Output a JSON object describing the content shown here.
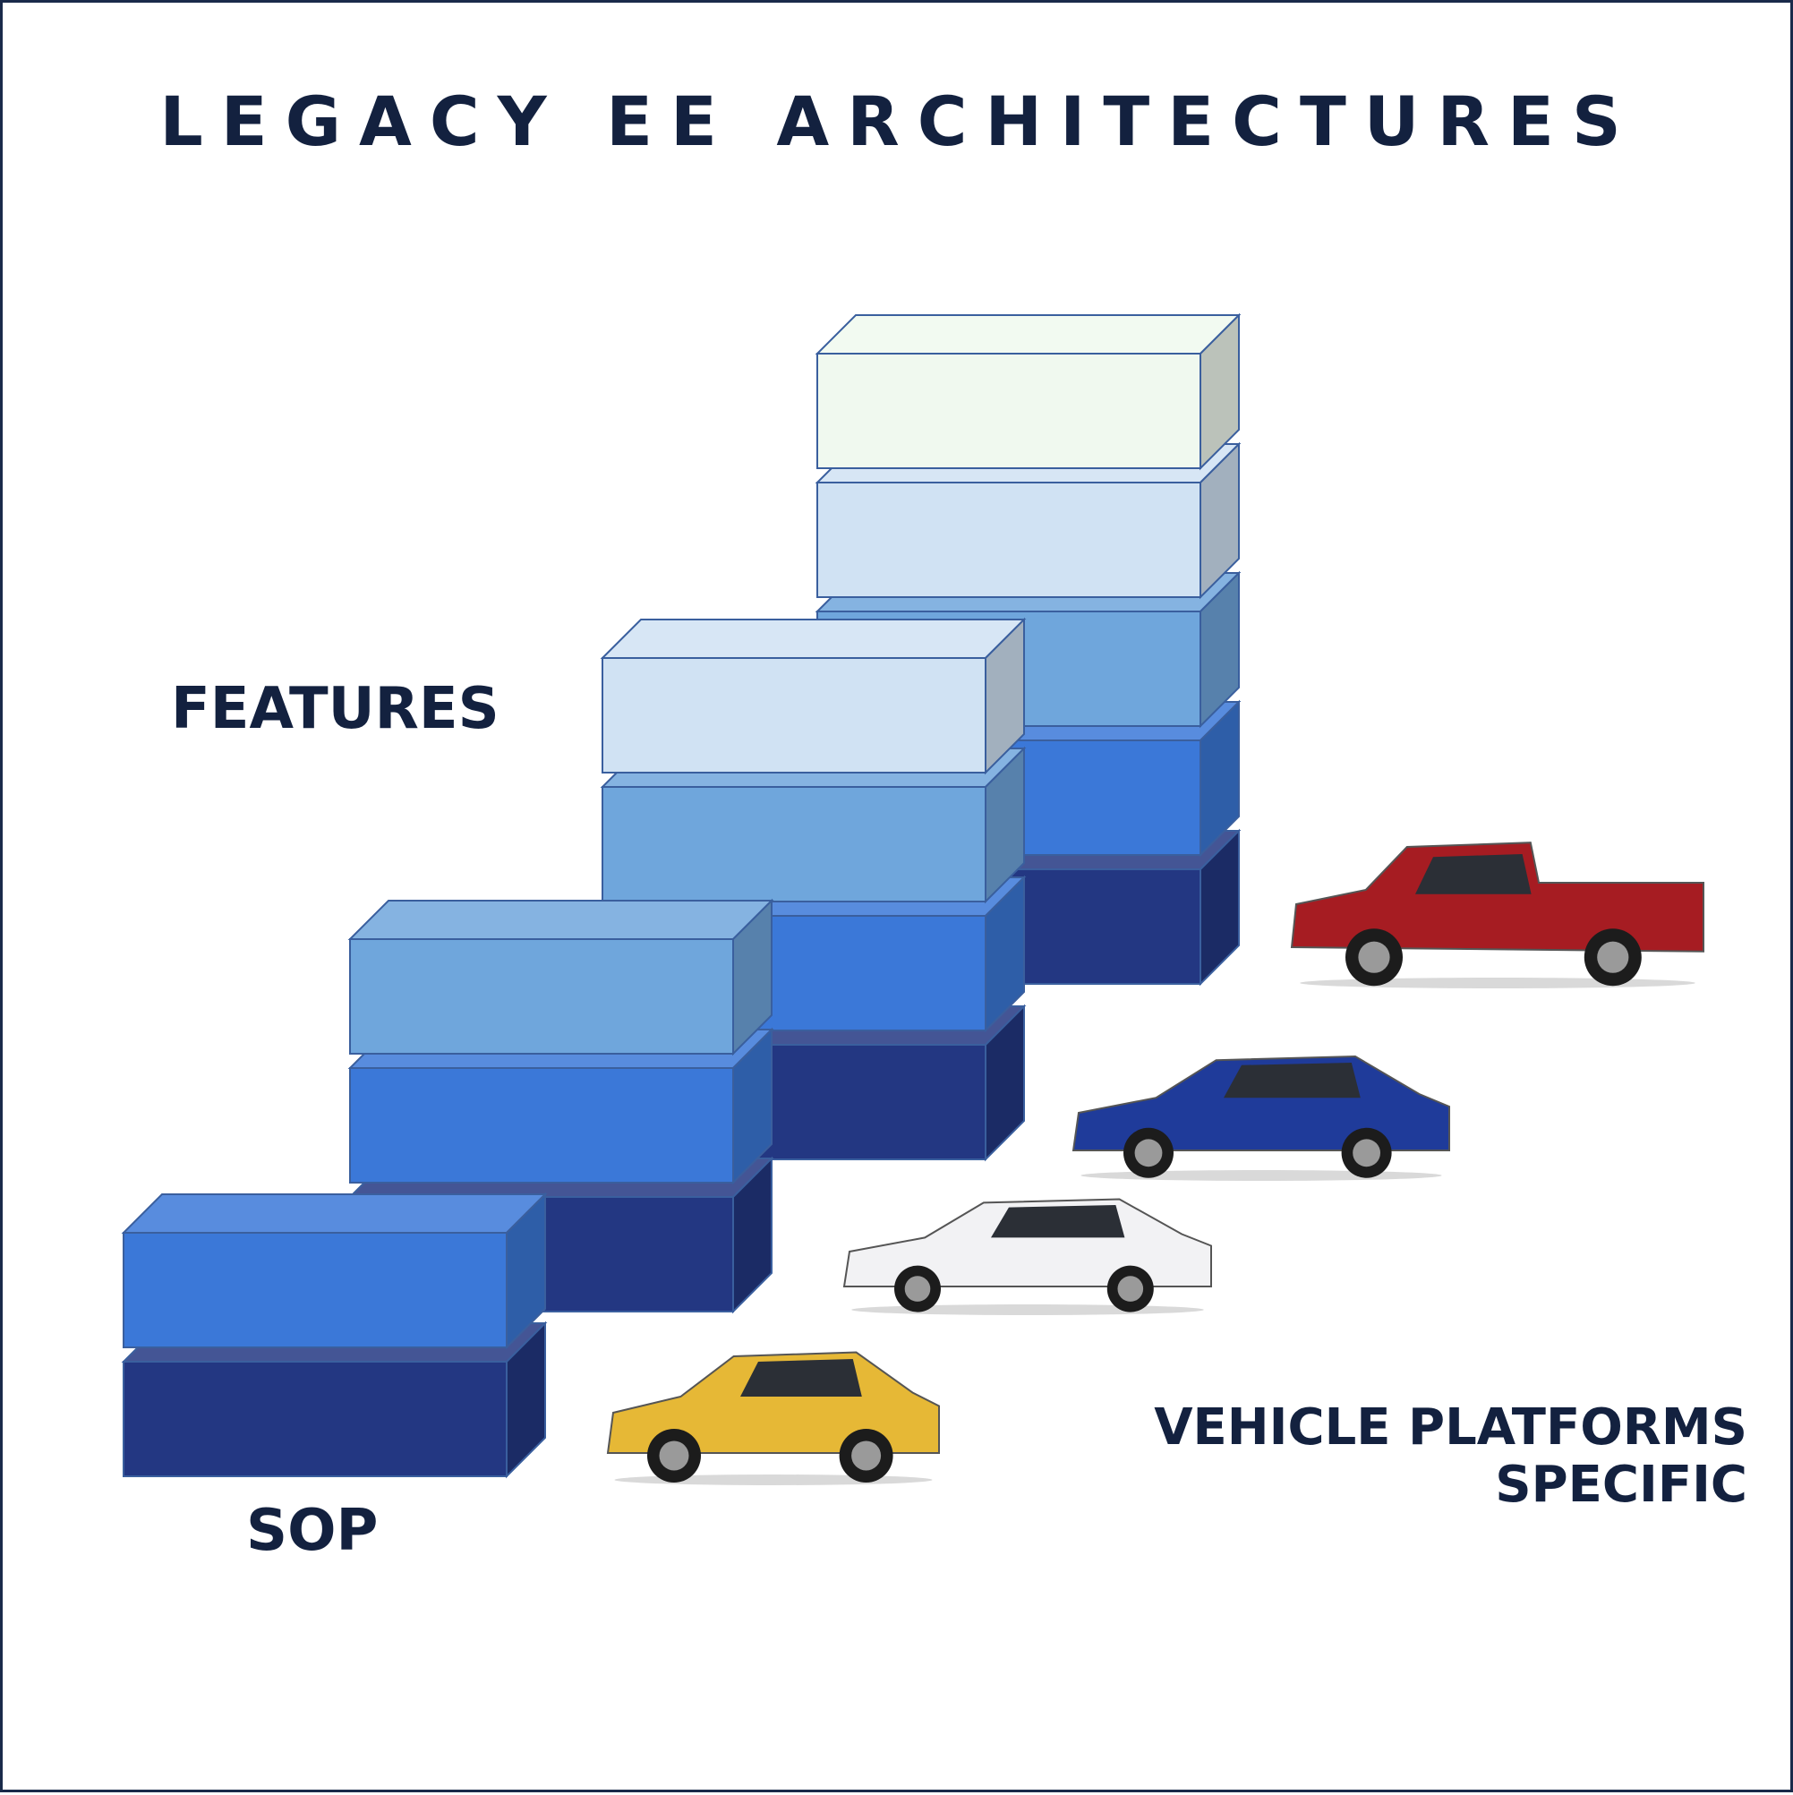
{
  "title": "LEGACY EE ARCHITECTURES",
  "labels": {
    "features": "FEATURES",
    "sop": "SOP",
    "platforms_line1": "VEHICLE PLATFORMS",
    "platforms_line2": "SPECIFIC"
  },
  "colors": {
    "title_text": "#13213f",
    "block_levels": [
      "#233782",
      "#3b78d8",
      "#6fa6dc",
      "#d0e2f3",
      "#f0f9ef"
    ],
    "border": "#1a2a4a"
  },
  "columns": [
    {
      "levels": 2
    },
    {
      "levels": 3
    },
    {
      "levels": 4
    },
    {
      "levels": 5
    }
  ],
  "vehicles": [
    {
      "icon": "yellow-hatchback-car",
      "color": "#e6b836"
    },
    {
      "icon": "white-sedan-car",
      "color": "#f2f2f4"
    },
    {
      "icon": "blue-suv-car",
      "color": "#1f3b9a"
    },
    {
      "icon": "red-pickup-truck",
      "color": "#a61c22"
    }
  ]
}
